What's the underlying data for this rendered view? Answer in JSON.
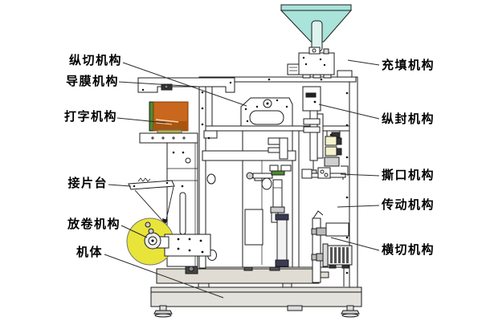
{
  "labels": {
    "left": [
      {
        "id": "longitudinal-cutting",
        "text": "纵切机构"
      },
      {
        "id": "film-guide",
        "text": "导膜机构"
      },
      {
        "id": "printing",
        "text": "打字机构"
      },
      {
        "id": "splice-table",
        "text": "接片台"
      },
      {
        "id": "unwinding",
        "text": "放卷机构"
      },
      {
        "id": "machine-body",
        "text": "机体"
      }
    ],
    "right": [
      {
        "id": "filling",
        "text": "充填机构"
      },
      {
        "id": "longitudinal-sealing",
        "text": "纵封机构"
      },
      {
        "id": "tear-notch",
        "text": "撕口机构"
      },
      {
        "id": "transmission",
        "text": "传动机构"
      },
      {
        "id": "cross-cutting",
        "text": "横切机构"
      }
    ]
  },
  "colors": {
    "hopper": "#a9e3da",
    "hopper_slot": "#ddf3ee",
    "printer_body": "#c8671d",
    "printer_shade": "#a85510",
    "printer_edge_green": "#4c8a2f",
    "printer_strip": "#b8b04a",
    "roll_yellow": "#e8e43a",
    "seal_block_yellow": "#f4f2cc",
    "base_gray": "#e2e1dc",
    "slab_gray": "#e0dcd3",
    "dark_cap": "#3a3a55",
    "line": "#1c1c1c"
  }
}
